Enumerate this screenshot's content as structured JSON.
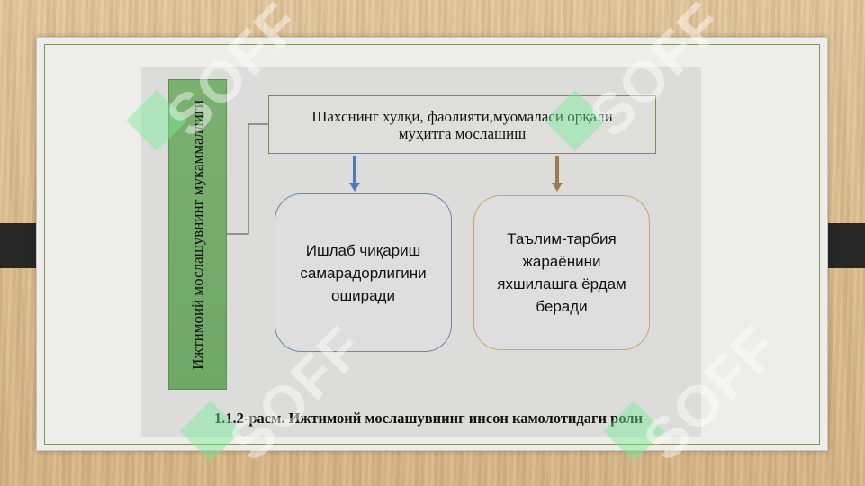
{
  "diagram": {
    "sidebar_label": "Ижтимоий мослашувнинг мукаммаллиги",
    "top_box_line1": "Шахснинг хулқи, фаолияти,муомаласи орқали",
    "top_box_line2": "муҳитга мослашиш",
    "left_box_line1": "Ишлаб чиқариш",
    "left_box_line2": "самарадорлигини",
    "left_box_line3": "оширади",
    "right_box_line1": "Таълим-тарбия",
    "right_box_line2": "жараёнини",
    "right_box_line3": "яхшилашга ёрдам",
    "right_box_line4": "беради",
    "caption": "1.1.2-расм. Ижтимоий мослашувнинг инсон камолотидаги роли"
  },
  "watermark": {
    "text": "SOFF"
  },
  "colors": {
    "background": "#dcbc8d",
    "card": "#ededeb",
    "sidebar": "#72a96a",
    "top_box_border": "#7f8a52",
    "left_box_border": "#6d86a4",
    "right_box_border": "#c9a566",
    "arrow_left": "#4f7bb5",
    "arrow_right": "#a07850"
  }
}
